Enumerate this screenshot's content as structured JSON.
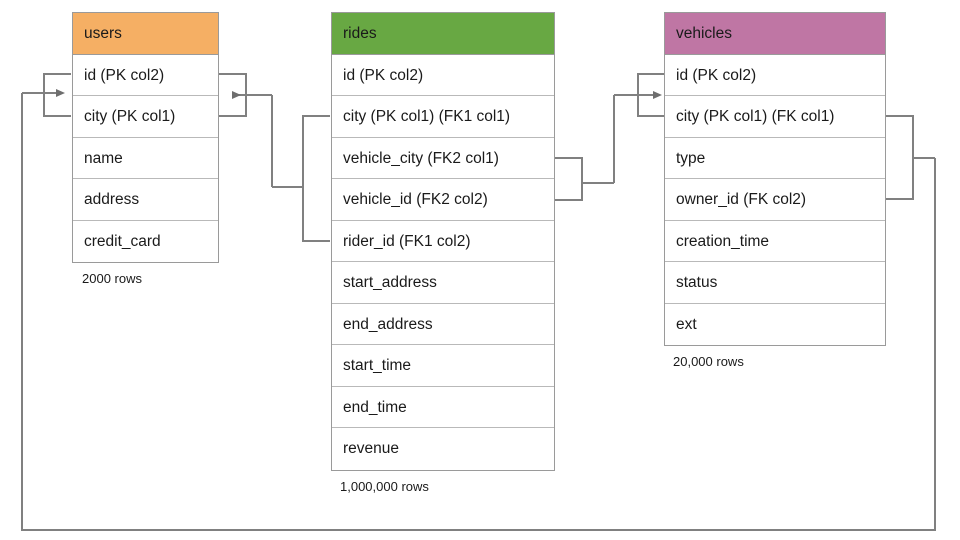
{
  "diagram": {
    "title": "database schema entity relationship diagram",
    "type": "er-diagram",
    "line_color": "#808080",
    "border_color": "#9a9a9a"
  },
  "tables": [
    {
      "name": "users",
      "header_color": "#F5AF64",
      "row_count_label": "2000 rows",
      "columns": [
        {
          "label": "id (PK col2)"
        },
        {
          "label": "city (PK col1)"
        },
        {
          "label": "name"
        },
        {
          "label": "address"
        },
        {
          "label": "credit_card"
        }
      ]
    },
    {
      "name": "rides",
      "header_color": "#68A843",
      "row_count_label": "1,000,000 rows",
      "columns": [
        {
          "label": "id (PK col2)"
        },
        {
          "label": "city (PK col1) (FK1 col1)"
        },
        {
          "label": "vehicle_city (FK2 col1)"
        },
        {
          "label": "vehicle_id (FK2 col2)"
        },
        {
          "label": "rider_id (FK1 col2)"
        },
        {
          "label": "start_address"
        },
        {
          "label": "end_address"
        },
        {
          "label": "start_time"
        },
        {
          "label": "end_time"
        },
        {
          "label": "revenue"
        }
      ]
    },
    {
      "name": "vehicles",
      "header_color": "#BF76A4",
      "row_count_label": "20,000 rows",
      "columns": [
        {
          "label": "id (PK col2)"
        },
        {
          "label": "city (PK col1) (FK col1)"
        },
        {
          "label": "type"
        },
        {
          "label": "owner_id (FK col2)"
        },
        {
          "label": "creation_time"
        },
        {
          "label": "status"
        },
        {
          "label": "ext"
        }
      ]
    }
  ],
  "relationships": [
    {
      "name": "rides-FK1-to-users",
      "from_table": "rides",
      "from_columns": [
        "city (PK col1) (FK1 col1)",
        "rider_id (FK1 col2)"
      ],
      "to_table": "users",
      "to_columns": [
        "id (PK col2)",
        "city (PK col1)"
      ],
      "arrow_direction": "left"
    },
    {
      "name": "rides-FK2-to-vehicles",
      "from_table": "rides",
      "from_columns": [
        "vehicle_city (FK2 col1)",
        "vehicle_id (FK2 col2)"
      ],
      "to_table": "vehicles",
      "to_columns": [
        "id (PK col2)",
        "city (PK col1) (FK col1)"
      ],
      "arrow_direction": "right"
    },
    {
      "name": "vehicles-FK-to-users",
      "from_table": "vehicles",
      "from_columns": [
        "city (PK col1) (FK col1)",
        "owner_id (FK col2)"
      ],
      "to_table": "users",
      "to_columns": [
        "id (PK col2)",
        "city (PK col1)"
      ],
      "arrow_direction": "right"
    }
  ]
}
